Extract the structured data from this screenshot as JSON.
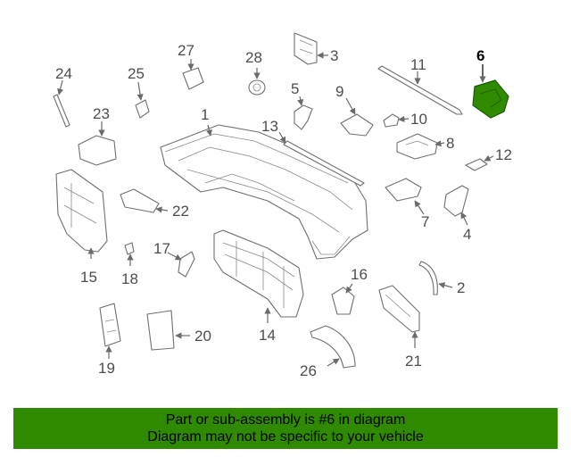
{
  "diagram": {
    "highlight_color": "#2f8a00",
    "highlighted_part": "6",
    "callouts": [
      "1",
      "2",
      "3",
      "4",
      "5",
      "6",
      "7",
      "8",
      "9",
      "10",
      "11",
      "12",
      "13",
      "14",
      "15",
      "16",
      "17",
      "18",
      "19",
      "20",
      "21",
      "22",
      "23",
      "24",
      "25",
      "26",
      "27",
      "28"
    ]
  },
  "banner": {
    "background": "#2f8a00",
    "line1": "Part or sub-assembly is #6 in diagram",
    "line2": "Diagram may not be specific to your vehicle"
  }
}
